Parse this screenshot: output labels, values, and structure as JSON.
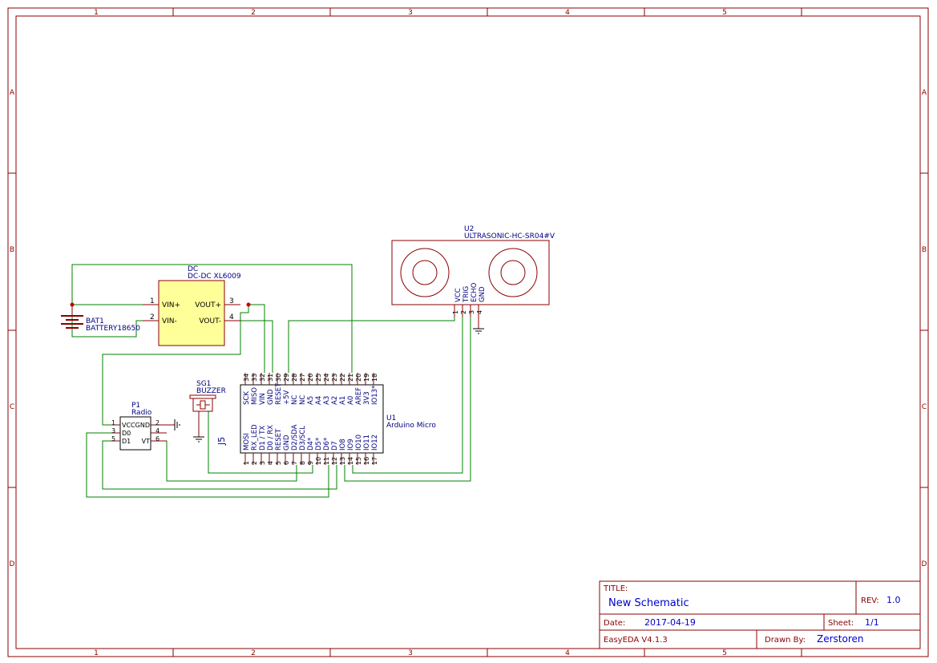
{
  "colors": {
    "frame": "#8b0000",
    "wire": "#008000",
    "text": "#000080",
    "junction": "#cc0000",
    "component_fill": "#ffff99"
  },
  "frame": {
    "columns": [
      "1",
      "2",
      "3",
      "4",
      "5"
    ],
    "rows": [
      "A",
      "B",
      "C",
      "D"
    ]
  },
  "title_block": {
    "title_label": "TITLE:",
    "title": "New Schematic",
    "rev_label": "REV:",
    "rev": "1.0",
    "date_label": "Date:",
    "date": "2017-04-19",
    "sheet_label": "Sheet:",
    "sheet": "1/1",
    "software": "EasyEDA V4.1.3",
    "drawn_label": "Drawn By:",
    "drawn_by": "Zerstoren"
  },
  "components": {
    "dc": {
      "ref": "DC",
      "value": "DC-DC XL6009",
      "pins": [
        {
          "num": "1",
          "name": "VIN+"
        },
        {
          "num": "2",
          "name": "VIN-"
        },
        {
          "num": "3",
          "name": "VOUT+"
        },
        {
          "num": "4",
          "name": "VOUT-"
        }
      ]
    },
    "bat": {
      "ref": "BAT1",
      "value": "BATTERY18650"
    },
    "u2": {
      "ref": "U2",
      "value": "ULTRASONIC-HC-SR04#V",
      "pins": [
        {
          "num": "1",
          "name": "VCC"
        },
        {
          "num": "2",
          "name": "TRIG"
        },
        {
          "num": "3",
          "name": "ECHO"
        },
        {
          "num": "4",
          "name": "GND"
        }
      ]
    },
    "sg1": {
      "ref": "SG1",
      "value": "BUZZER"
    },
    "p1": {
      "ref": "P1",
      "value": "Radio",
      "left_pins": [
        {
          "num": "1",
          "name": "VCC"
        },
        {
          "num": "3",
          "name": "D0"
        },
        {
          "num": "5",
          "name": "D1"
        }
      ],
      "right_pins": [
        {
          "num": "2",
          "name": "GND"
        },
        {
          "num": "4",
          "name": ""
        },
        {
          "num": "6",
          "name": "VT"
        }
      ]
    },
    "u1": {
      "ref": "U1",
      "value": "Arduino Micro",
      "top_pins": [
        {
          "num": "34",
          "name": "SCK"
        },
        {
          "num": "33",
          "name": "MISO"
        },
        {
          "num": "32",
          "name": "VIN"
        },
        {
          "num": "31",
          "name": "GND"
        },
        {
          "num": "30",
          "name": "RESET"
        },
        {
          "num": "29",
          "name": "+5V"
        },
        {
          "num": "28",
          "name": "NC"
        },
        {
          "num": "27",
          "name": "NC"
        },
        {
          "num": "26",
          "name": "A5"
        },
        {
          "num": "25",
          "name": "A4"
        },
        {
          "num": "24",
          "name": "A3"
        },
        {
          "num": "23",
          "name": "A2"
        },
        {
          "num": "22",
          "name": "A1"
        },
        {
          "num": "21",
          "name": "A0"
        },
        {
          "num": "20",
          "name": "AREF"
        },
        {
          "num": "19",
          "name": "3V3"
        },
        {
          "num": "18",
          "name": "IO13*"
        }
      ],
      "bottom_pins": [
        {
          "num": "1",
          "name": "MOSI"
        },
        {
          "num": "2",
          "name": "RX_LED"
        },
        {
          "num": "3",
          "name": "D1 / TX"
        },
        {
          "num": "4",
          "name": "D0 / RX"
        },
        {
          "num": "5",
          "name": "RESET"
        },
        {
          "num": "6",
          "name": "GND"
        },
        {
          "num": "7",
          "name": "D2/SDA"
        },
        {
          "num": "8",
          "name": "D3/SCL"
        },
        {
          "num": "9",
          "name": "D4*"
        },
        {
          "num": "10",
          "name": "D5*"
        },
        {
          "num": "11",
          "name": "D6*"
        },
        {
          "num": "12",
          "name": "D7"
        },
        {
          "num": "13",
          "name": "IO8"
        },
        {
          "num": "14",
          "name": "IO9"
        },
        {
          "num": "15",
          "name": "IO10"
        },
        {
          "num": "16",
          "name": "IO11"
        },
        {
          "num": "17",
          "name": "IO12"
        }
      ]
    },
    "j5": {
      "ref": "J5"
    }
  }
}
